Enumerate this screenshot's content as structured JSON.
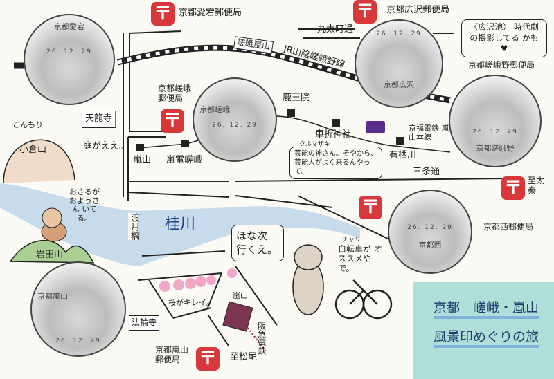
{
  "title": {
    "line1": "京都　嵯峨・嵐山",
    "line2": "風景印めぐりの旅"
  },
  "post_offices": [
    {
      "label": "京都愛宕郵便局"
    },
    {
      "label": "京都嵯峨郵便局"
    },
    {
      "label": "京都広沢郵便局"
    },
    {
      "label": "京都嵯峨野郵便局"
    },
    {
      "label": "京都西郵便局"
    },
    {
      "label": "京都嵐山郵便局"
    }
  ],
  "post_mark_symbol": "〒",
  "postmarks": [
    {
      "name": "京都愛宕",
      "date": "26. 12. 29"
    },
    {
      "name": "京都嵯峨",
      "date": "26. 12. 29"
    },
    {
      "name": "京都広沢",
      "date": "26. 12. 29"
    },
    {
      "name": "京都嵯峨野",
      "date": "26. 12. 29"
    },
    {
      "name": "京都西",
      "date": "26. 12. 29"
    },
    {
      "name": "京都嵐山",
      "date": "26. 12. 29"
    }
  ],
  "streets": {
    "marutamachi": "丸太町通",
    "sanjo": "三条通"
  },
  "rail": {
    "jr_line": "JR山陰嵯峨野線",
    "jr_station": "嵯峨嵐山",
    "keifuku": "京福電鉄 嵐山本線",
    "hankyu": "阪急電鉄"
  },
  "stations": {
    "rokuoin": "鹿王院",
    "kurumazaki": "車折神社",
    "arisugawa": "有栖川",
    "arashiyama": "嵐山",
    "randen_saga": "嵐電嵯峨",
    "hankyu_arashiyama": "嵐山"
  },
  "places": {
    "tenryuji": "天龍寺",
    "ogurayama": "小倉山",
    "iwatayama": "岩田山",
    "togetsukyo": "渡月橋",
    "katsuragawa": "桂川",
    "horinji": "法輪寺"
  },
  "directions": {
    "uzumasa": "至太秦",
    "matsuo": "至松尾"
  },
  "notes": {
    "tenryuji": "庭がええ。",
    "ogura": "こんもり",
    "monkey": "おさるが おようさん いてる。",
    "hirosawa": "〈広沢池〉 時代劇の撮影してる かも ♥",
    "kurumazaki_reading": "クルマザキ",
    "kurumazaki": "芸能の神さん。そやから、芸能人がよく来るんやって。",
    "bear": "ほな次 行くえ。",
    "bike_reading": "チャリ",
    "bike": "自転車が オススメやで。",
    "sakura": "桜がキレイ。"
  },
  "colors": {
    "post": "#d9383a",
    "river": "#b9d3ea",
    "title_bg": "#aee0d9",
    "tram": "#5b2d8e"
  }
}
